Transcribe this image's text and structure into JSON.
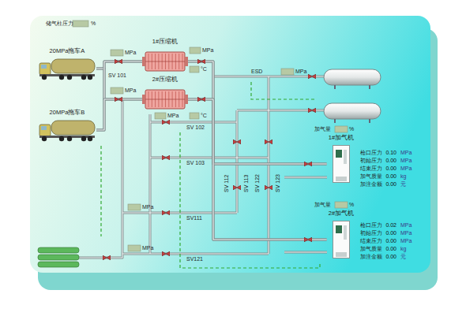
{
  "diagram": {
    "nodes": [
      {
        "text": [
          "20MPa拖车A"
        ]
      },
      {
        "text": [
          "1#压缩机"
        ]
      },
      {
        "text": [
          "2#压缩机"
        ]
      },
      {
        "text": [
          "20MPa拖车B"
        ]
      },
      {
        "text": [
          "1#加气机"
        ]
      },
      {
        "text": [
          "2#加气机"
        ]
      }
    ],
    "edges": [
      {
        "from": 0,
        "to": 1,
        "arrow": "none"
      },
      {
        "from": 0,
        "to": 2,
        "arrow": "none"
      },
      {
        "from": 3,
        "to": 1,
        "arrow": "none"
      },
      {
        "from": 3,
        "to": 2,
        "arrow": "none"
      },
      {
        "from": 1,
        "to": 4,
        "arrow": "none"
      },
      {
        "from": 1,
        "to": 5,
        "arrow": "none"
      },
      {
        "from": 2,
        "to": 4,
        "arrow": "none"
      },
      {
        "from": 2,
        "to": 5,
        "arrow": "none"
      }
    ],
    "labels": [
      "储气柱压力",
      "%",
      "SV 101",
      "MPa",
      "MPa",
      "°C",
      "MPa",
      "MPa",
      "°C",
      "ESD",
      "MPa",
      "SV 102",
      "SV 103",
      "SV 112",
      "SV 113",
      "SV 122",
      "SV 123",
      "SV111",
      "MPa",
      "SV121",
      "MPa",
      "加气量",
      "%",
      "枪口压力",
      "0.10",
      "MPa",
      "初始压力",
      "0.00",
      "MPa",
      "结束压力",
      "0.00",
      "MPa",
      "加气质量",
      "0.00",
      "kg",
      "加注金额",
      "0.00",
      "元",
      "加气量",
      "%",
      "枪口压力",
      "0.02",
      "MPa",
      "初始压力",
      "0.00",
      "MPa",
      "结束压力",
      "0.00",
      "MPa",
      "加气质量",
      "0.00",
      "kg",
      "加注金额",
      "0.00",
      "元"
    ]
  }
}
